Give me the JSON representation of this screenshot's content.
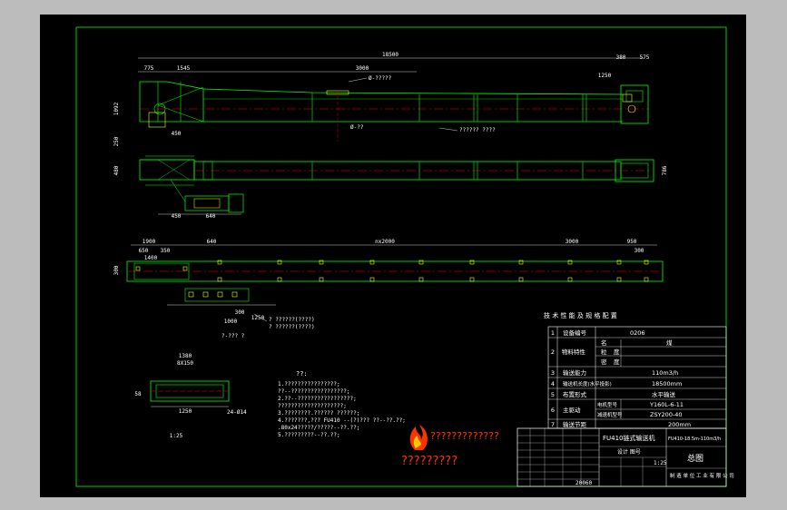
{
  "dimensions": {
    "top_total": "18500",
    "top_seg_left": "1545",
    "top_seg_mid": "3000",
    "top_right_a": "380",
    "top_right_b": "575",
    "top_right_c": "1250",
    "top_left_small": "775",
    "top_height": "1092",
    "top_foot": "250",
    "top_base": "450",
    "bot_left_a": "1900",
    "bot_left_b": "650",
    "bot_left_c": "350",
    "bot_left_d": "1400",
    "bot_mid": "640",
    "bot_total": "nx2000",
    "bot_right_a": "3000",
    "bot_right_b": "950",
    "bot_right_c": "300",
    "bot_height": "300",
    "side_height": "480",
    "side_right": "786",
    "drive_a": "640",
    "drive_b": "1000",
    "drive_c": "300",
    "drive_d": "1250",
    "sec_w": "1380",
    "sec_in": "8X150",
    "sec_h": "1250",
    "sec_left": "58",
    "sec_tag": "24-Ø14",
    "sec_scale": "1:25"
  },
  "notes": {
    "title": "??:",
    "lines": [
      "1.????????????????;",
      "  ??--?????????????????;",
      "2.??--?????????????????;",
      "  ????????????????????;",
      "3.????????.?????? ??????;",
      "4.???????,???  FU410 --(?)??? ??--??.??;",
      "  .80x24?????/?????--??.??;",
      "5.?????????--??.??;"
    ]
  },
  "logo": {
    "line1": "?????????????",
    "line2": "?????????"
  },
  "spec_table": {
    "heading": "技 术 性 能 及 规 格 配 置",
    "rows": [
      {
        "no": "1",
        "label": "设备编号",
        "value": "0206"
      },
      {
        "no": "2",
        "label": "物料特性",
        "sub": [
          [
            "名",
            "煤"
          ],
          [
            "粒",
            "度"
          ],
          [
            "密",
            "度"
          ]
        ]
      },
      {
        "no": "3",
        "label": "输送能力",
        "value": "110m3/h"
      },
      {
        "no": "4",
        "label": "输送机长度(水平投影)",
        "value": "18500mm"
      },
      {
        "no": "5",
        "label": "布置形式",
        "value": "水平输送"
      },
      {
        "no": "6",
        "label": "主驱动",
        "sub": [
          [
            "电机型号",
            "Y160L-6-11"
          ],
          [
            "减速机型号",
            "ZSY200-40"
          ]
        ]
      },
      {
        "no": "7",
        "label": "输送节距",
        "value": "200mm"
      }
    ]
  },
  "title_block": {
    "drawing_name": "FU410链式输送机",
    "model": "FU410-18.5m-110m3/h",
    "drawing_type": "总图",
    "sub_label": "设计 图号",
    "company": "制 造 单 位 工 业 有 限 公 司",
    "scale": "1:25",
    "code": "20060"
  },
  "colors": {
    "background": "#000000",
    "frame": "#00ff00",
    "outline": "#00ff00",
    "centerline": "#ff0000",
    "text": "#ffffff",
    "highlight": "#ffff00",
    "cyan": "#00ffff",
    "brand": "#ff3300"
  }
}
